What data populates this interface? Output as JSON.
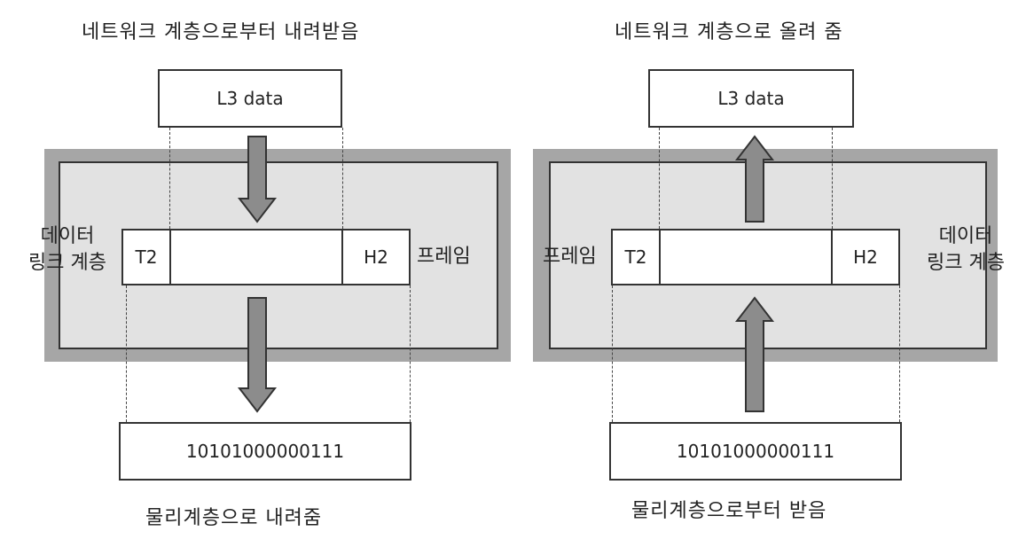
{
  "left": {
    "top_text": "네트워크 계층으로부터 내려받음",
    "l3_label": "L3 data",
    "layer_label_line1": "데이터",
    "layer_label_line2": "링크 계층",
    "trailer": "T2",
    "header": "H2",
    "frame_label": "프레임",
    "bits": "10101000000111",
    "bottom_text": "물리계층으로 내려줌"
  },
  "right": {
    "top_text": "네트워크 계층으로 올려 줌",
    "l3_label": "L3 data",
    "layer_label_line1": "데이터",
    "layer_label_line2": "링크 계층",
    "trailer": "T2",
    "header": "H2",
    "frame_label": "프레임",
    "bits": "10101000000111",
    "bottom_text": "물리계층으로부터 받음"
  },
  "colors": {
    "arrow": "#8c8c8c",
    "layer": "#e2e2e2",
    "shadow": "#a6a6a6"
  }
}
